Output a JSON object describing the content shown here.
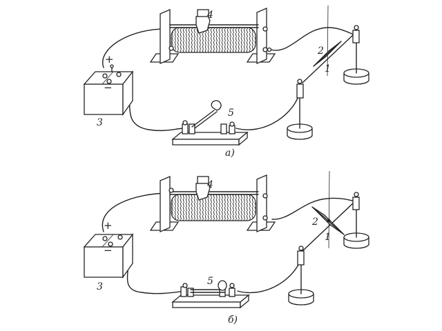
{
  "figure_a": {
    "label_rheostat": "4",
    "label_plus": "+",
    "label_minus": "−",
    "label_battery": "3",
    "label_switch": "5",
    "label_needle": "2",
    "label_wire": "1",
    "caption": "а)"
  },
  "figure_b": {
    "label_rheostat": "4",
    "label_plus": "+",
    "label_minus": "−",
    "label_battery": "3",
    "label_switch": "5",
    "label_needle": "2",
    "label_wire": "1",
    "caption_partial": "б)"
  }
}
